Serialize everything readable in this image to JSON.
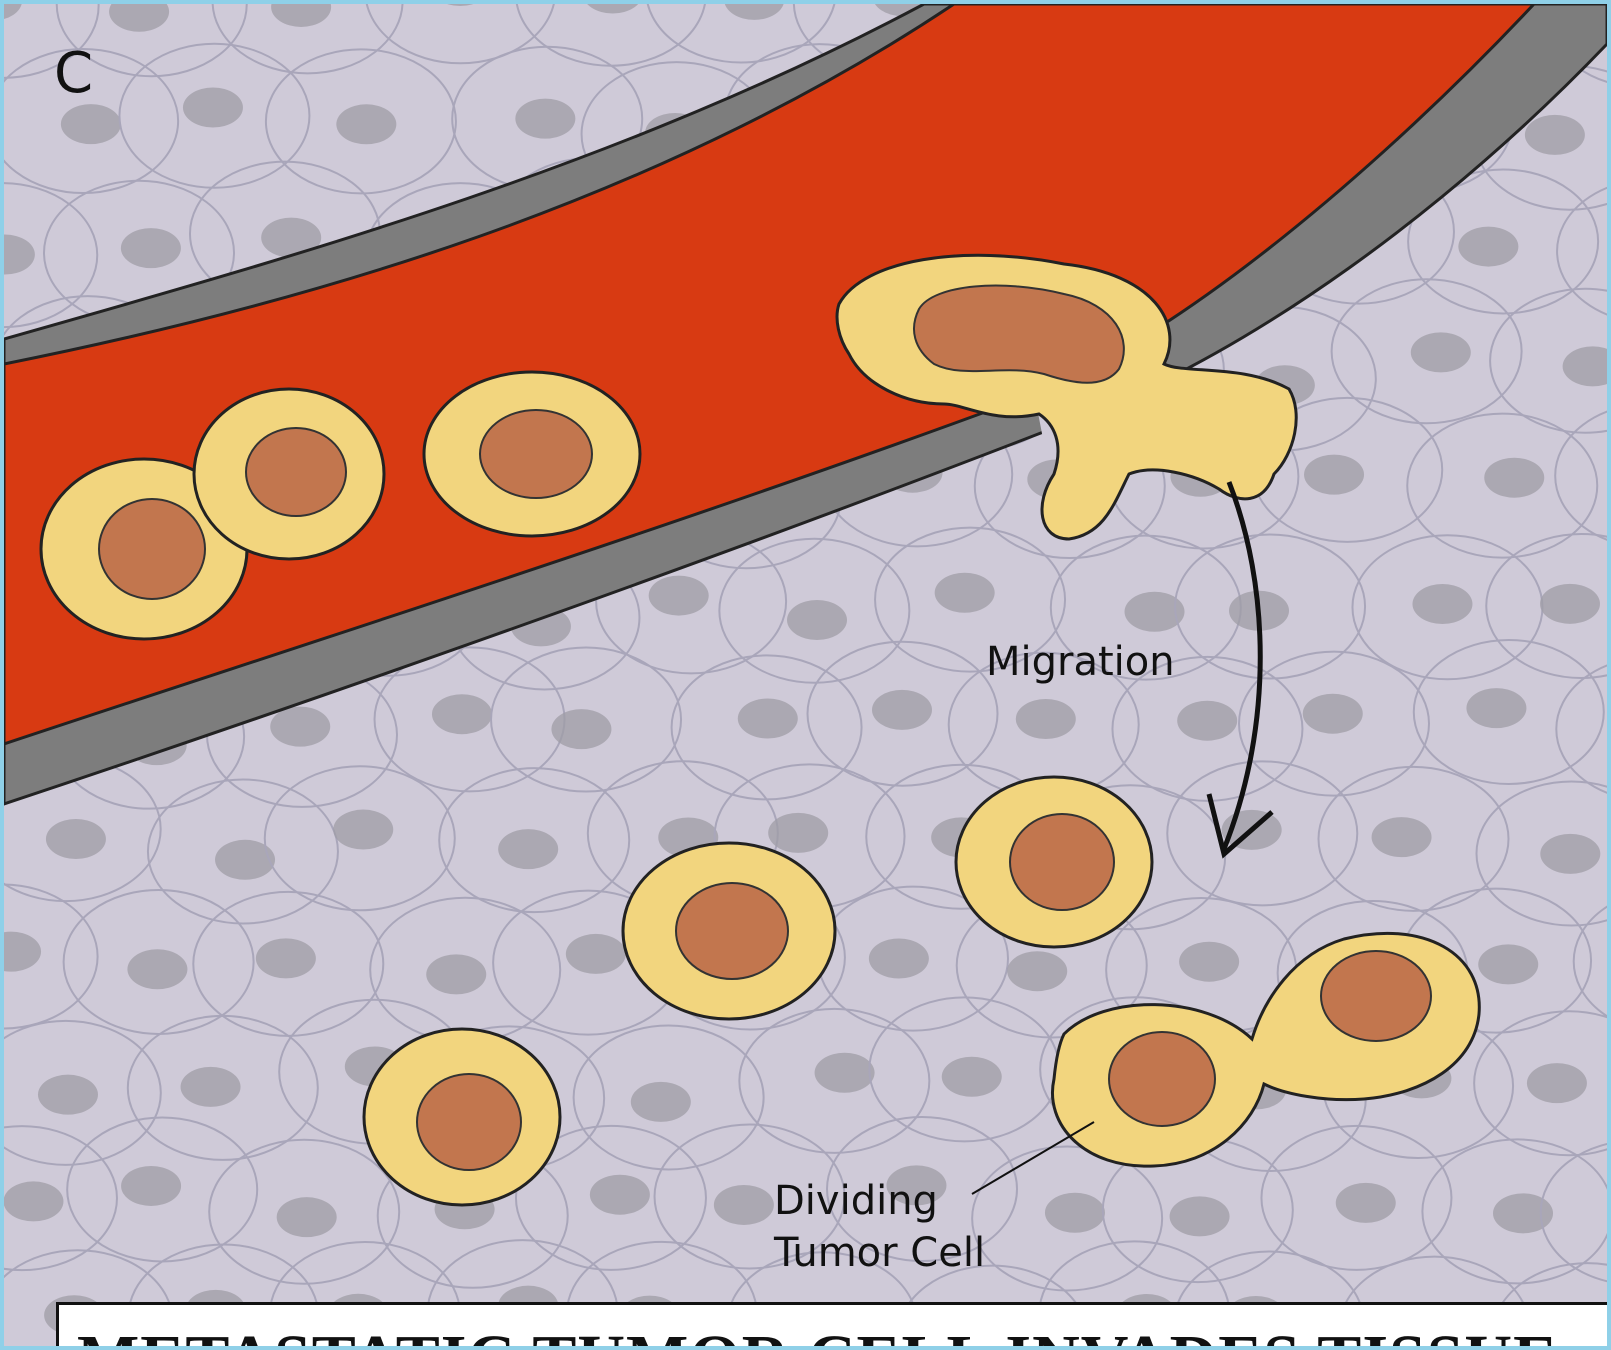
{
  "panel_label": "C",
  "labels": {
    "migration": "Migration",
    "dividing_line1": "Dividing",
    "dividing_line2": "Tumor Cell"
  },
  "caption": "METASTATIC TUMOR CELL INVADES TISSUE",
  "colors": {
    "tissue_background": "#cfcad8",
    "tissue_cell_outline": "#a9a6ba",
    "tissue_nucleus": "#9f9ca6",
    "vessel_wall": "#7d7d7d",
    "blood": "#d83a12",
    "tumor_cytoplasm": "#f2d57e",
    "tumor_nucleus": "#c2764e",
    "frame_border": "#8fd0e8"
  }
}
